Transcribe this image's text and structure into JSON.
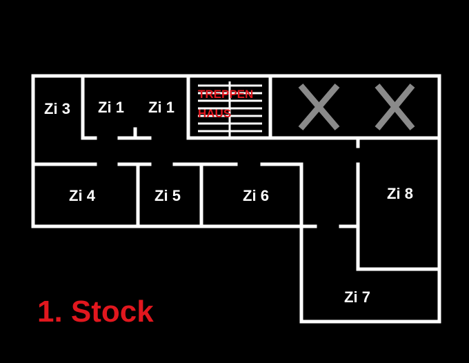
{
  "floor_title": "1. Stock",
  "rooms": {
    "zi3": "Zi 3",
    "zi1_left": "Zi 1",
    "zi1_right": "Zi 1",
    "zi4": "Zi 4",
    "zi5": "Zi 5",
    "zi6": "Zi 6",
    "zi7": "Zi 7",
    "zi8": "Zi 8"
  },
  "stairwell": {
    "line1": "TREPPEN",
    "line2": "HAUS"
  },
  "colors": {
    "background": "#000000",
    "walls": "#ffffff",
    "accent": "#e1171e",
    "cross": "#8a8a8a"
  }
}
